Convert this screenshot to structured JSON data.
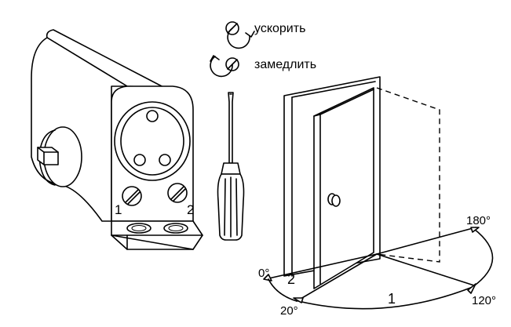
{
  "legend": {
    "speed_up_label": "ускорить",
    "slow_down_label": "замедлить"
  },
  "closer": {
    "screw_1_label": "1",
    "screw_2_label": "2"
  },
  "door": {
    "zone_1_label": "1",
    "zone_2_label": "2"
  },
  "angles": {
    "a0": "0°",
    "a20": "20°",
    "a120": "120°",
    "a180": "180°"
  }
}
